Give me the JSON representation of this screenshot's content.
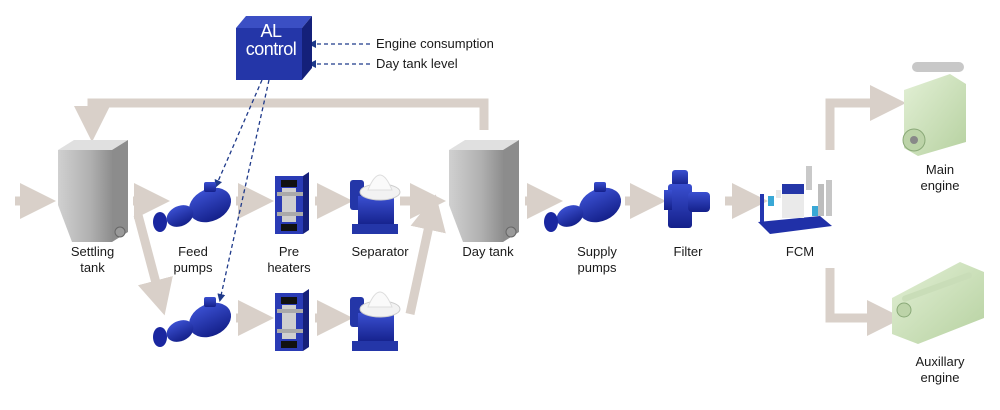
{
  "colors": {
    "arrow": "#d9d0c9",
    "control_line": "#1f3a8a",
    "equipment_blue": "#1e2fa8",
    "tank_grey": "#b5b5b5",
    "engine_green": "#cfe3bf"
  },
  "control": {
    "box_label_line1": "AL",
    "box_label_line2": "control",
    "inputs": [
      "Engine consumption",
      "Day tank level"
    ]
  },
  "components": {
    "settling_tank": "Settling\ntank",
    "feed_pumps": "Feed\npumps",
    "pre_heaters": "Pre\nheaters",
    "separator": "Separator",
    "day_tank": "Day tank",
    "supply_pumps": "Supply\npumps",
    "filter": "Filter",
    "fcm": "FCM",
    "main_engine": "Main\nengine",
    "auxiliary_engine": "Auxillary\nengine"
  },
  "icons": {
    "tank": "tank-icon",
    "pump": "pump-icon",
    "heater": "heat-exchanger-icon",
    "separator": "separator-icon",
    "filter": "filter-icon",
    "fcm": "fuel-conditioning-module-icon",
    "engine": "engine-icon"
  }
}
